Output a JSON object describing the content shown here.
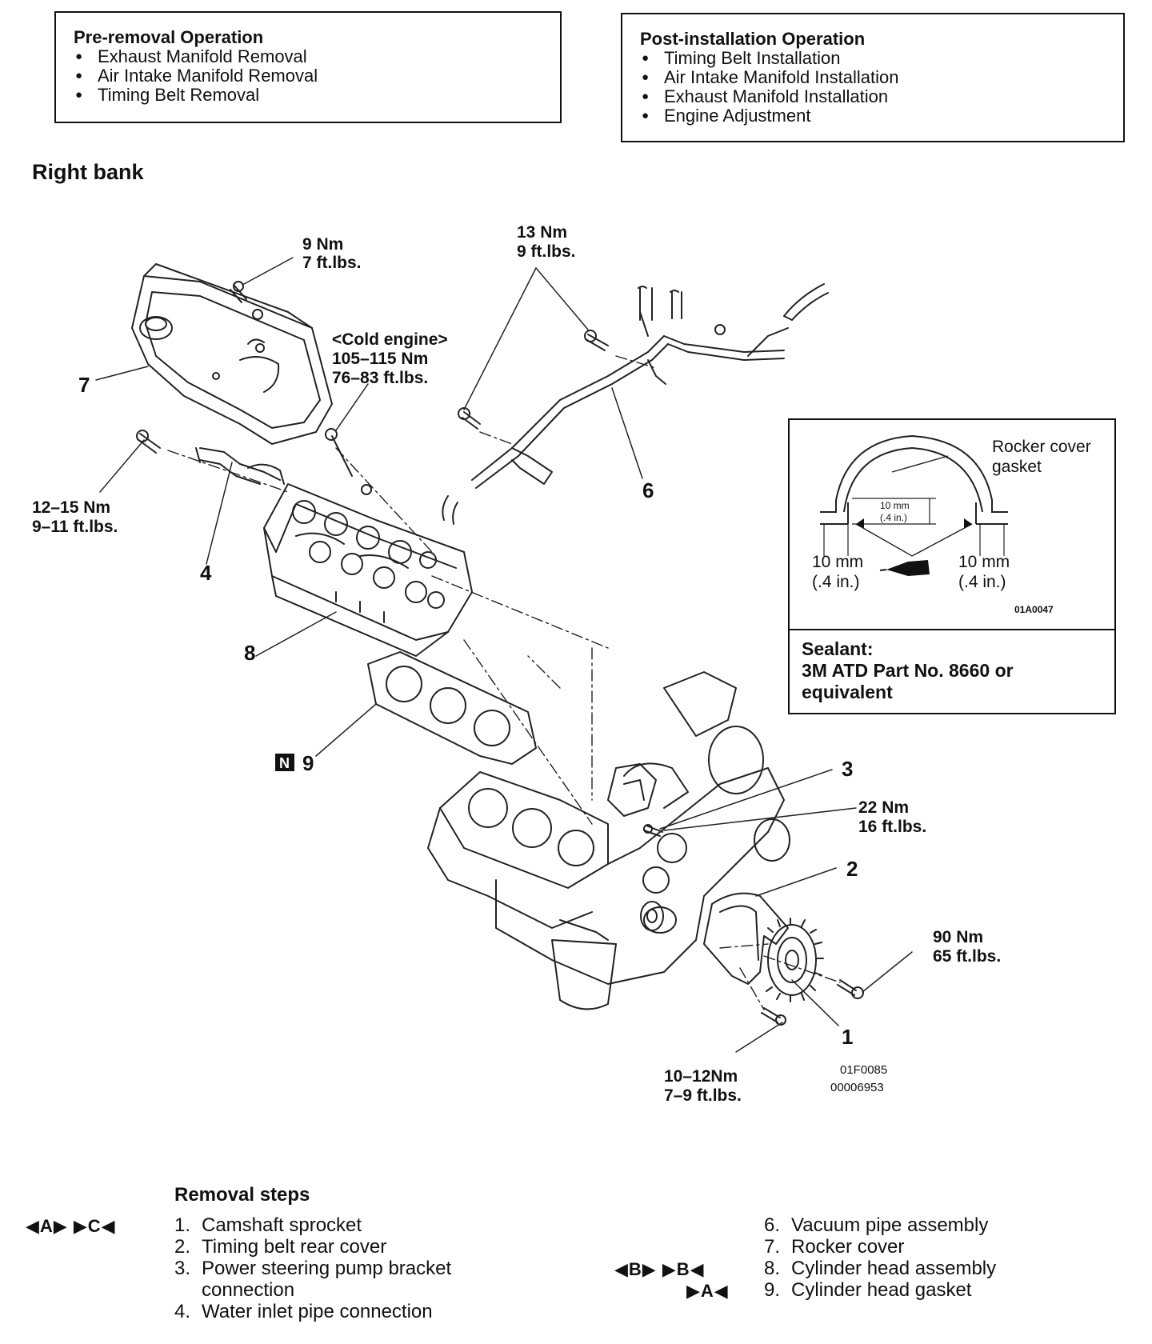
{
  "pre_removal": {
    "title": "Pre-removal Operation",
    "items": [
      "Exhaust Manifold Removal",
      "Air Intake Manifold Removal",
      "Timing Belt Removal"
    ]
  },
  "post_installation": {
    "title": "Post-installation Operation",
    "items": [
      "Timing Belt Installation",
      "Air Intake Manifold Installation",
      "Exhaust Manifold Installation",
      "Engine Adjustment"
    ]
  },
  "section_title": "Right bank",
  "diagram": {
    "torques": {
      "t1": [
        "9 Nm",
        "7 ft.lbs."
      ],
      "t2": [
        "13 Nm",
        "9 ft.lbs."
      ],
      "t3": [
        "<Cold engine>",
        "105–115 Nm",
        "76–83 ft.lbs."
      ],
      "t4": [
        "12–15 Nm",
        "9–11 ft.lbs."
      ],
      "t5": [
        "22 Nm",
        "16 ft.lbs."
      ],
      "t6": [
        "90 Nm",
        "65 ft.lbs."
      ],
      "t7": [
        "10–12Nm",
        "7–9 ft.lbs."
      ]
    },
    "callouts": {
      "c1": "1",
      "c2": "2",
      "c3": "3",
      "c4": "4",
      "c6": "6",
      "c7": "7",
      "c8": "8",
      "c9": "9",
      "new_part_mark": "N"
    },
    "codes": [
      "01F0085",
      "00006953"
    ]
  },
  "inset": {
    "label": [
      "Rocker cover",
      "gasket"
    ],
    "dim_center": [
      "10 mm",
      "(.4 in.)"
    ],
    "dim_left": [
      "10 mm",
      "(.4 in.)"
    ],
    "dim_right": [
      "10 mm",
      "(.4 in.)"
    ],
    "code": "01A0047",
    "sealant_title": "Sealant:",
    "sealant_text": [
      "3M ATD Part No. 8660 or",
      "equivalent"
    ]
  },
  "removal": {
    "title": "Removal steps",
    "steps": [
      {
        "num": "1.",
        "text": "Camshaft sprocket"
      },
      {
        "num": "2.",
        "text": "Timing belt rear cover"
      },
      {
        "num": "3.",
        "text": "Power steering pump bracket"
      },
      {
        "num": "",
        "text": "connection"
      },
      {
        "num": "4.",
        "text": "Water inlet pipe connection"
      },
      {
        "num": "6.",
        "text": "Vacuum pipe assembly"
      },
      {
        "num": "7.",
        "text": "Rocker cover"
      },
      {
        "num": "8.",
        "text": "Cylinder head assembly"
      },
      {
        "num": "9.",
        "text": "Cylinder head gasket"
      }
    ],
    "marks": {
      "step1": "◀A▶  ▶C◀",
      "step8": "◀B▶  ▶B◀",
      "step9": "▶A◀"
    }
  }
}
